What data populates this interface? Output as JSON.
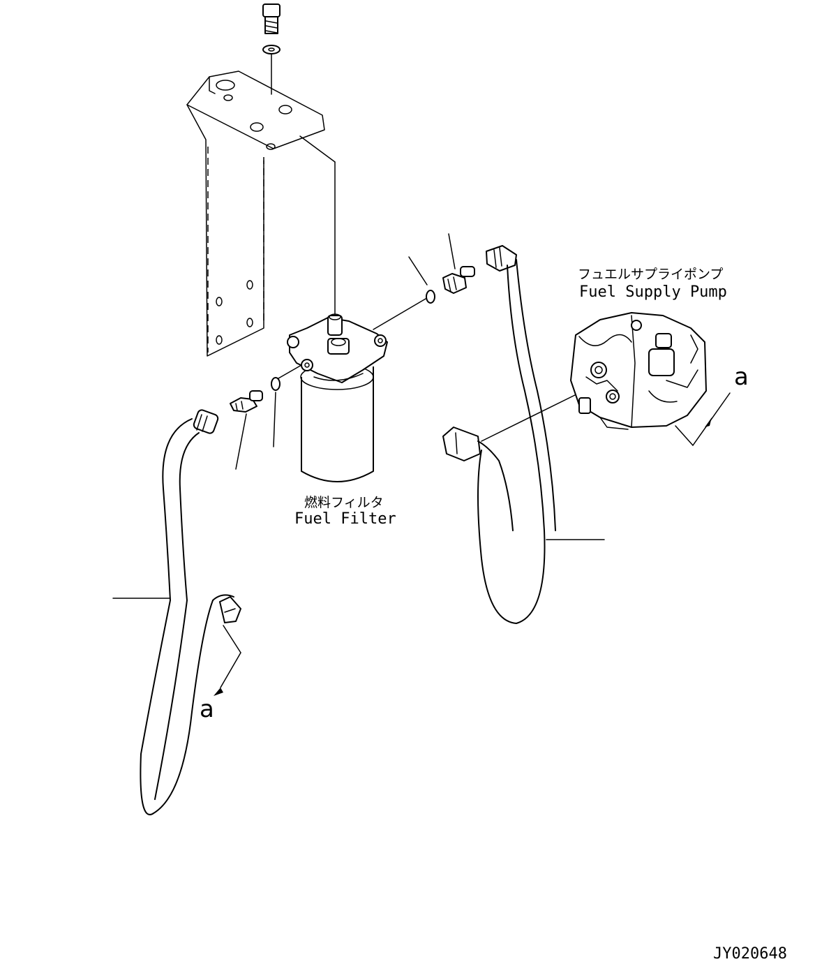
{
  "labels": {
    "fuel_filter_jp": "燃料フィルタ",
    "fuel_filter_en": "Fuel Filter",
    "fuel_supply_pump_jp": "フュエルサプライポンプ",
    "fuel_supply_pump_en": "Fuel Supply Pump",
    "view_marker_left": "a",
    "view_marker_right": "a",
    "drawing_number": "JY020648"
  }
}
